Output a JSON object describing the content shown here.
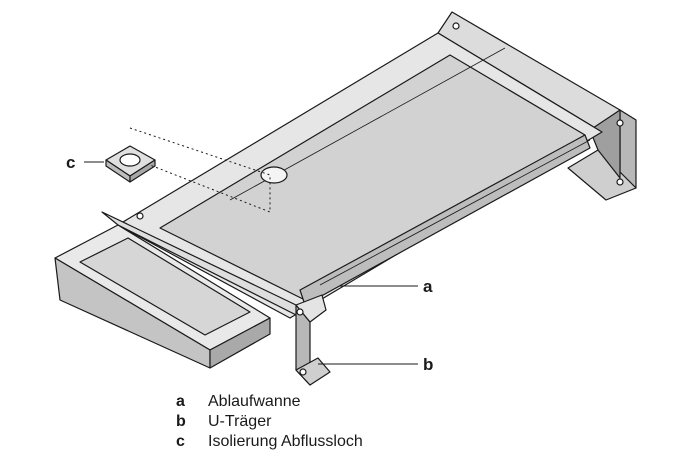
{
  "callouts": {
    "a": "a",
    "b": "b",
    "c": "c"
  },
  "legend": [
    {
      "key": "a",
      "text": "Ablaufwanne"
    },
    {
      "key": "b",
      "text": "U-Träger"
    },
    {
      "key": "c",
      "text": "Isolierung Abflussloch"
    }
  ],
  "colors": {
    "stroke": "#1a1a1a",
    "panel_light": "#ebebeb",
    "panel_mid": "#d9d9d9",
    "panel_dark": "#c2c2c2",
    "panel_darker": "#a8a8a8"
  }
}
